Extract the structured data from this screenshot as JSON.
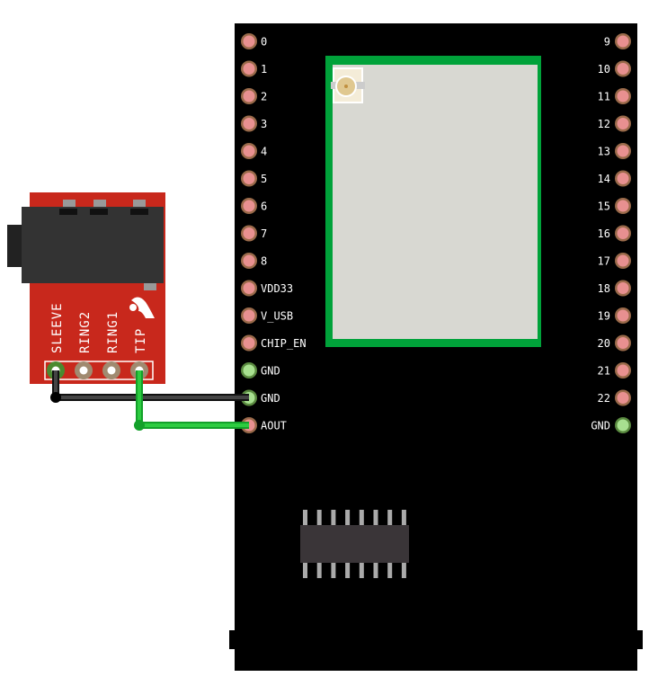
{
  "board": {
    "left_pins": [
      "0",
      "1",
      "2",
      "3",
      "4",
      "5",
      "6",
      "7",
      "8",
      "VDD33",
      "V_USB",
      "CHIP_EN",
      "GND",
      "GND",
      "AOUT"
    ],
    "right_pins": [
      "9",
      "10",
      "11",
      "12",
      "13",
      "14",
      "15",
      "16",
      "17",
      "18",
      "19",
      "20",
      "21",
      "22",
      "GND"
    ],
    "colors": {
      "board": "#000000",
      "module_border": "#00a23a",
      "module_fill": "#d8d8d2",
      "pin": "#e07a78",
      "gnd_pin": "#8fd07a",
      "chip": "#3a3538"
    }
  },
  "jack": {
    "labels": [
      "SLEEVE",
      "RING2",
      "RING1",
      "TIP"
    ],
    "colors": {
      "pcb": "#c8281c",
      "jack_body": "#333333"
    }
  },
  "wires": [
    {
      "from": "SLEEVE",
      "to": "GND",
      "color": "#222222"
    },
    {
      "from": "TIP",
      "to": "AOUT",
      "color": "#22bb33"
    }
  ]
}
